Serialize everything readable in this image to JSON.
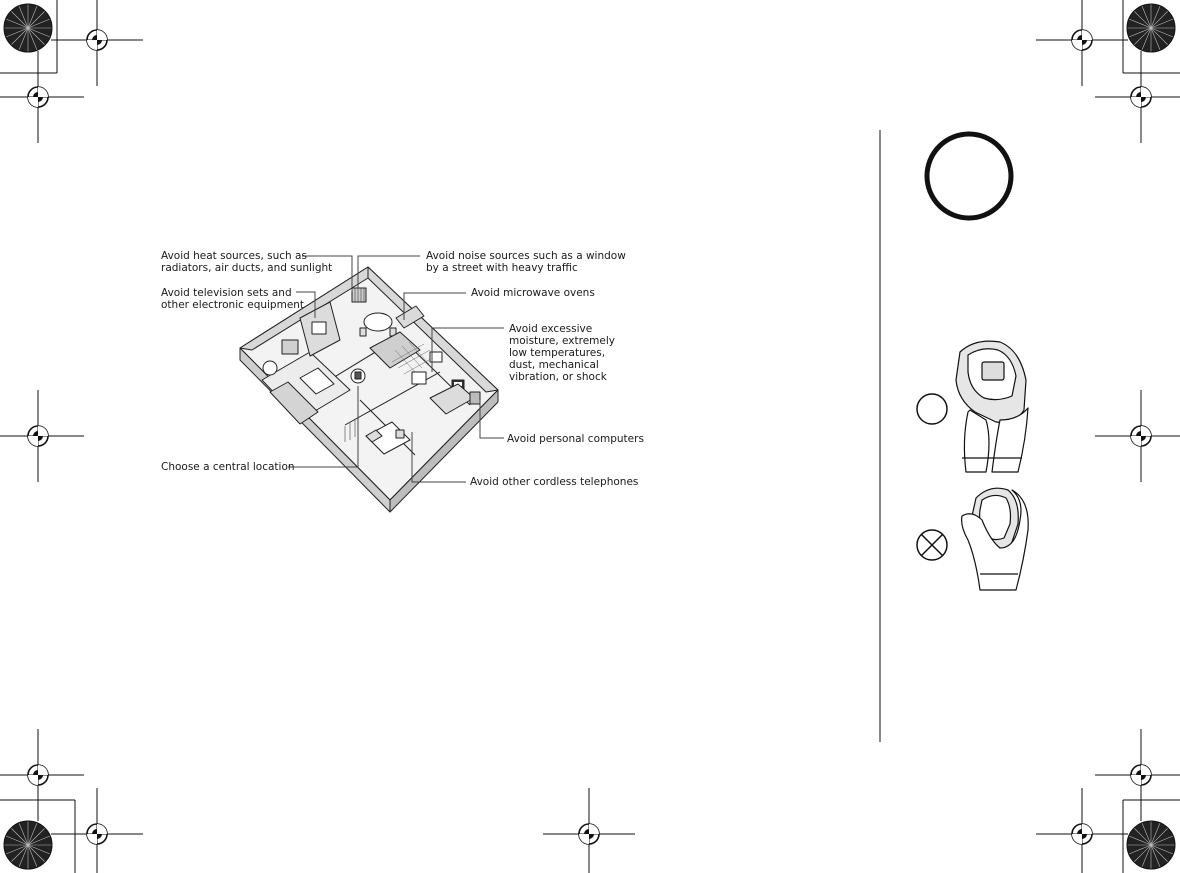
{
  "diagram": {
    "labels": {
      "heat": [
        "Avoid heat sources, such as",
        "radiators, air ducts, and sunlight"
      ],
      "noise": [
        "Avoid noise sources such as a window",
        "by a street with heavy traffic"
      ],
      "tv": [
        "Avoid television sets and",
        "other electronic equipment"
      ],
      "microwave": [
        "Avoid microwave ovens"
      ],
      "moisture": [
        "Avoid excessive",
        "moisture, extremely",
        "low temperatures,",
        "dust, mechanical",
        "vibration, or shock"
      ],
      "computers": [
        "Avoid personal computers"
      ],
      "central": [
        "Choose a central location"
      ],
      "cordless": [
        "Avoid other cordless telephones"
      ]
    }
  },
  "sidebar": {
    "correct_symbol": "circle-ok-icon",
    "incorrect_symbol": "cross-circle-icon"
  },
  "print_marks": {
    "registration": "registration-mark-icon",
    "color_wheel": "color-wheel-icon"
  }
}
